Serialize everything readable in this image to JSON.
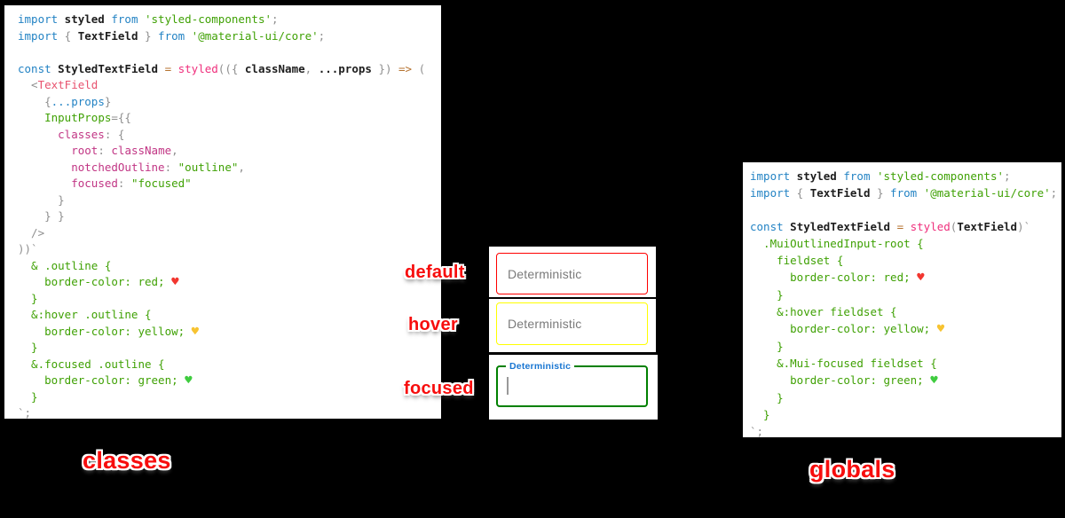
{
  "page": {
    "background": "#000000"
  },
  "left_code_panel": {
    "name": "classes-approach-code",
    "lines": [
      [
        [
          "kw",
          "import"
        ],
        [
          "id",
          " styled "
        ],
        [
          "kw",
          "from"
        ],
        [
          "str",
          " 'styled-components'"
        ],
        [
          "punc",
          ";"
        ]
      ],
      [
        [
          "kw",
          "import"
        ],
        [
          "punc",
          " { "
        ],
        [
          "id",
          "TextField"
        ],
        [
          "punc",
          " } "
        ],
        [
          "kw",
          "from"
        ],
        [
          "str",
          " '@material-ui/core'"
        ],
        [
          "punc",
          ";"
        ]
      ],
      [],
      [
        [
          "kw",
          "const"
        ],
        [
          "id",
          " StyledTextField "
        ],
        [
          "op",
          "="
        ],
        [
          "fn",
          " styled"
        ],
        [
          "punc",
          "(({ "
        ],
        [
          "id",
          "className"
        ],
        [
          "punc",
          ", "
        ],
        [
          "id",
          "...props"
        ],
        [
          "punc",
          " }) "
        ],
        [
          "op",
          "=>"
        ],
        [
          "punc",
          " ("
        ]
      ],
      [
        [
          "punc",
          "  <"
        ],
        [
          "tag",
          "TextField"
        ]
      ],
      [
        [
          "punc",
          "    {"
        ],
        [
          "kw",
          "...props"
        ],
        [
          "punc",
          "}"
        ]
      ],
      [
        [
          "plain",
          "    "
        ],
        [
          "attr",
          "InputProps"
        ],
        [
          "punc",
          "={{"
        ]
      ],
      [
        [
          "plain",
          "      "
        ],
        [
          "key",
          "classes"
        ],
        [
          "punc",
          ": {"
        ]
      ],
      [
        [
          "plain",
          "        "
        ],
        [
          "key",
          "root"
        ],
        [
          "punc",
          ": "
        ],
        [
          "key",
          "className"
        ],
        [
          "punc",
          ","
        ]
      ],
      [
        [
          "plain",
          "        "
        ],
        [
          "key",
          "notchedOutline"
        ],
        [
          "punc",
          ": "
        ],
        [
          "str",
          "\"outline\""
        ],
        [
          "punc",
          ","
        ]
      ],
      [
        [
          "plain",
          "        "
        ],
        [
          "key",
          "focused"
        ],
        [
          "punc",
          ": "
        ],
        [
          "str",
          "\"focused\""
        ]
      ],
      [
        [
          "punc",
          "      }"
        ]
      ],
      [
        [
          "punc",
          "    } }"
        ]
      ],
      [
        [
          "punc",
          "  />"
        ]
      ],
      [
        [
          "punc",
          "))`"
        ]
      ],
      [
        [
          "css",
          "  & .outline {"
        ]
      ],
      [
        [
          "css",
          "    border-color: red; "
        ],
        [
          "hr",
          "♥"
        ]
      ],
      [
        [
          "css",
          "  }"
        ]
      ],
      [
        [
          "css",
          "  &:hover .outline {"
        ]
      ],
      [
        [
          "css",
          "    border-color: yellow; "
        ],
        [
          "hy",
          "♥"
        ]
      ],
      [
        [
          "css",
          "  }"
        ]
      ],
      [
        [
          "css",
          "  &.focused .outline {"
        ]
      ],
      [
        [
          "css",
          "    border-color: green; "
        ],
        [
          "hg",
          "♥"
        ]
      ],
      [
        [
          "css",
          "  }"
        ]
      ],
      [
        [
          "punc",
          "`;"
        ]
      ]
    ]
  },
  "right_code_panel": {
    "name": "globals-approach-code",
    "lines": [
      [
        [
          "kw",
          "import"
        ],
        [
          "id",
          " styled "
        ],
        [
          "kw",
          "from"
        ],
        [
          "str",
          " 'styled-components'"
        ],
        [
          "punc",
          ";"
        ]
      ],
      [
        [
          "kw",
          "import"
        ],
        [
          "punc",
          " { "
        ],
        [
          "id",
          "TextField"
        ],
        [
          "punc",
          " } "
        ],
        [
          "kw",
          "from"
        ],
        [
          "str",
          " '@material-ui/core'"
        ],
        [
          "punc",
          ";"
        ]
      ],
      [],
      [
        [
          "kw",
          "const"
        ],
        [
          "id",
          " StyledTextField "
        ],
        [
          "op",
          "="
        ],
        [
          "fn",
          " styled"
        ],
        [
          "punc",
          "("
        ],
        [
          "id",
          "TextField"
        ],
        [
          "punc",
          ")`"
        ]
      ],
      [
        [
          "css",
          "  .MuiOutlinedInput-root {"
        ]
      ],
      [
        [
          "css",
          "    fieldset {"
        ]
      ],
      [
        [
          "css",
          "      border-color: red; "
        ],
        [
          "hr",
          "♥"
        ]
      ],
      [
        [
          "css",
          "    }"
        ]
      ],
      [
        [
          "css",
          "    &:hover fieldset {"
        ]
      ],
      [
        [
          "css",
          "      border-color: yellow; "
        ],
        [
          "hy",
          "♥"
        ]
      ],
      [
        [
          "css",
          "    }"
        ]
      ],
      [
        [
          "css",
          "    &.Mui-focused fieldset {"
        ]
      ],
      [
        [
          "css",
          "      border-color: green; "
        ],
        [
          "hg",
          "♥"
        ]
      ],
      [
        [
          "css",
          "    }"
        ]
      ],
      [
        [
          "css",
          "  }"
        ]
      ],
      [
        [
          "punc",
          "`;"
        ]
      ]
    ]
  },
  "fields": {
    "default": {
      "state_label": "default",
      "field_label": "Deterministic",
      "border_color": "#ff0000",
      "label_color": "#7a7a7a"
    },
    "hover": {
      "state_label": "hover",
      "field_label": "Deterministic",
      "border_color": "#ffff00",
      "label_color": "#7a7a7a"
    },
    "focused": {
      "state_label": "focused",
      "field_label": "Deterministic",
      "border_color": "#008000",
      "label_color": "#1976d2"
    }
  },
  "captions": {
    "left": "classes",
    "right": "globals"
  },
  "syntax_colors": {
    "keyword": "#2383c4",
    "identifier": "#1d1d1d",
    "string_and_css": "#3fa104",
    "styled_fn": "#ef2f7c",
    "jsx_tag": "#e8536f",
    "object_key": "#c13584",
    "punctuation": "#8f8f8f",
    "operator": "#b5722f",
    "annotation_red": "#f70d0d",
    "focused_label_blue": "#1976d2"
  }
}
